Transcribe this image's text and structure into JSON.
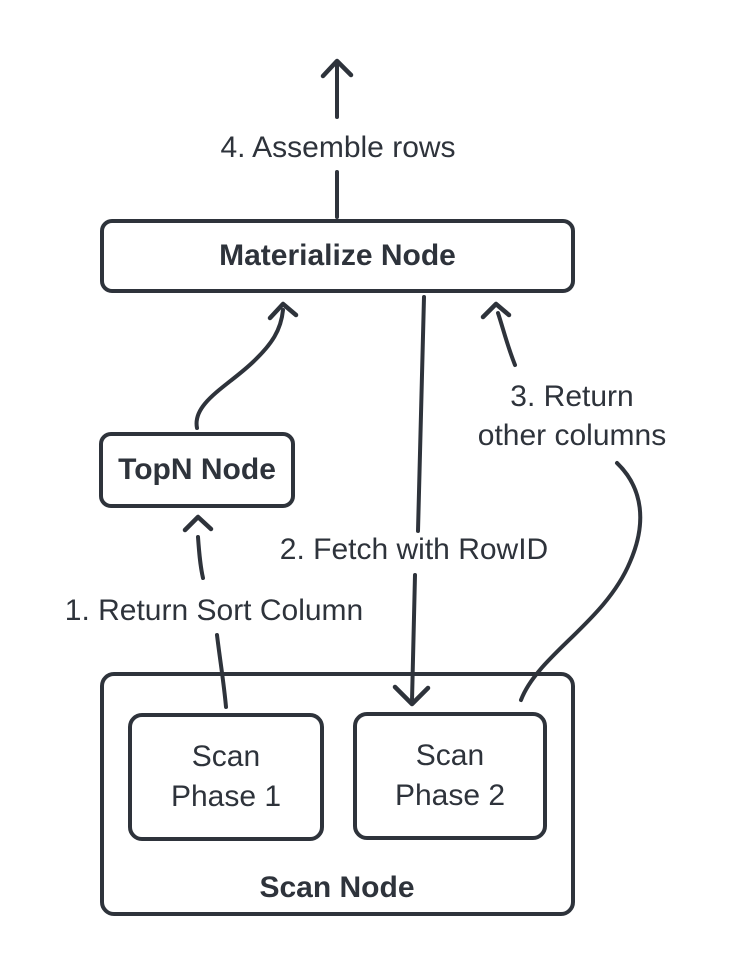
{
  "diagram": {
    "colors": {
      "ink": "#2e333b",
      "background": "#ffffff"
    },
    "nodes": {
      "materialize": {
        "label": "Materialize Node"
      },
      "topn": {
        "label": "TopN Node"
      },
      "scan": {
        "label": "Scan Node"
      },
      "scan_phase_1": {
        "line1": "Scan",
        "line2": "Phase 1"
      },
      "scan_phase_2": {
        "line1": "Scan",
        "line2": "Phase 2"
      }
    },
    "edge_labels": {
      "step1": {
        "label": "1. Return Sort Column"
      },
      "step2": {
        "label": "2. Fetch with RowID"
      },
      "step3": {
        "line1": "3. Return",
        "line2": "other columns"
      },
      "step4": {
        "label": "4. Assemble rows"
      }
    }
  }
}
